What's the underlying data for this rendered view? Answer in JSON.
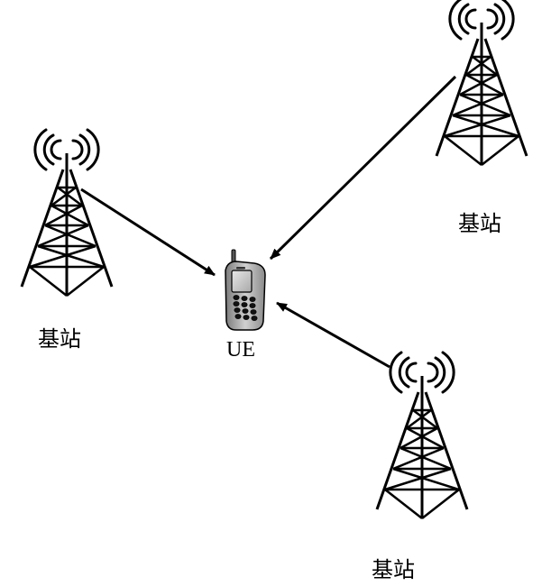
{
  "labels": {
    "station_left": "基站",
    "station_top_right": "基站",
    "station_bottom_right": "基站",
    "ue": "UE"
  }
}
